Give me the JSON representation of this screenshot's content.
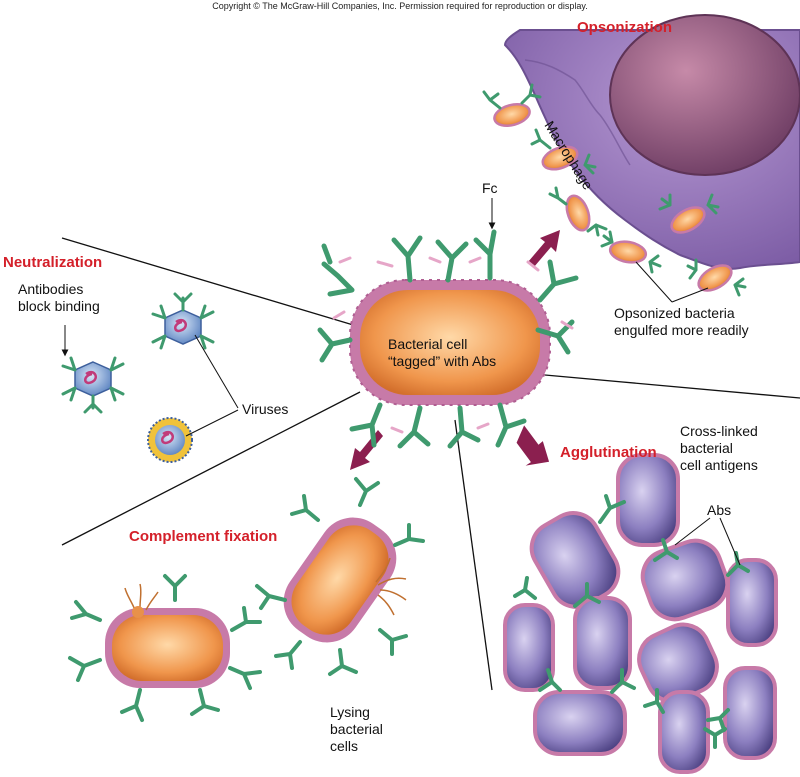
{
  "copyright": "Copyright © The McGraw-Hill Companies, Inc. Permission required for reproduction or display.",
  "sections": {
    "opsonization": {
      "title": "Opsonization",
      "macrophage_label": "Macrophage",
      "caption": [
        "Opsonized bacteria",
        "engulfed more readily"
      ]
    },
    "fc_label": "Fc",
    "neutralization": {
      "title": "Neutralization",
      "caption": [
        "Antibodies",
        "block binding"
      ],
      "viruses_label": "Viruses"
    },
    "center": {
      "cell_label": [
        "Bacterial cell",
        "“tagged” with Abs"
      ]
    },
    "complement": {
      "title": "Complement fixation",
      "caption": [
        "Lysing",
        "bacterial",
        "cells"
      ]
    },
    "agglutination": {
      "title": "Agglutination",
      "caption": [
        "Cross-linked",
        "bacterial",
        "cell antigens"
      ],
      "abs_label": "Abs"
    }
  },
  "colors": {
    "title_red": "#d4202a",
    "antibody_green": "#3f9a6e",
    "bacterium_orange": "#e8914a",
    "membrane_pink": "#c77aa8",
    "macrophage_purple": "#9b7ab8",
    "agglutinated_cell": "#7d6fa8",
    "arrow_maroon": "#8b1f4f"
  }
}
